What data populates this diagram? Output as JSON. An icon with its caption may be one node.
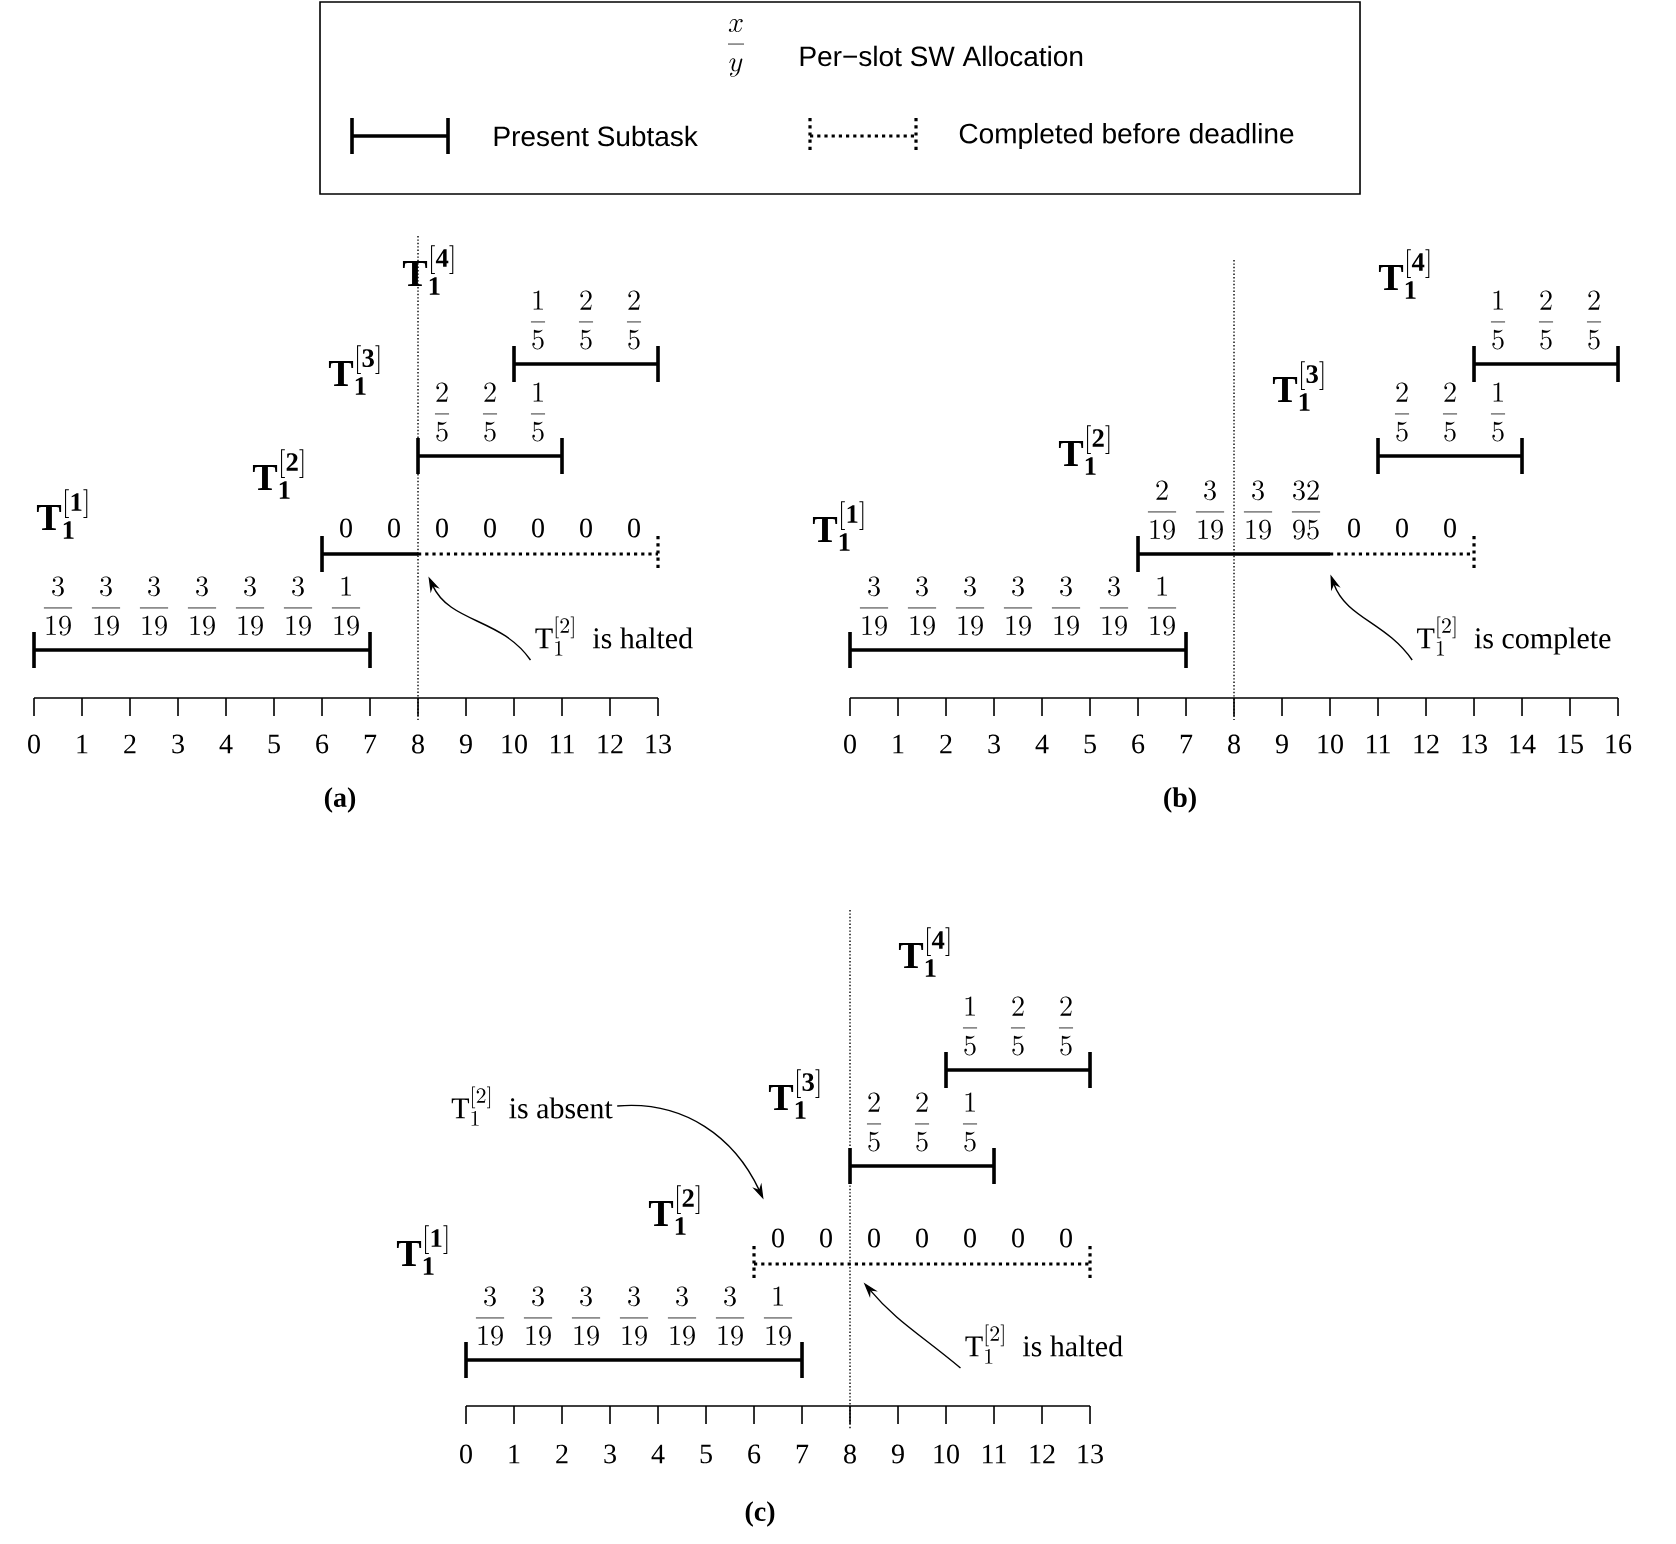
{
  "diagram": {
    "nodes": [
      {
        "text": [
          "\\mathrm{T}_{1}^{[2]}\\ \\mbox{ is halted}"
        ]
      },
      {
        "text": [
          "\\mathrm{T}_{1}^{[2]}\\ \\mbox{ is complete}"
        ]
      },
      {
        "text": [
          "\\mathrm{T}_{1}^{[2]}\\ \\mbox{ is absent}"
        ]
      },
      {
        "text": [
          "\\mathrm{T}_{1}^{[2]}\\ \\mbox{ is halted}"
        ]
      },
      {
        "text": [],
        "shape": "bar"
      },
      {
        "text": [],
        "shape": "bar"
      },
      {
        "text": [],
        "shape": "bar"
      },
      {
        "text": [],
        "shape": "bar"
      },
      {
        "text": [],
        "shape": "bar"
      },
      {
        "text": [],
        "shape": "bar"
      },
      {
        "text": [],
        "shape": "bar"
      },
      {
        "text": [],
        "shape": "bar"
      },
      {
        "text": [],
        "shape": "bar"
      },
      {
        "text": [],
        "shape": "bar"
      },
      {
        "text": [],
        "shape": "bar"
      },
      {
        "text": [],
        "shape": "bar"
      },
      {
        "text": [],
        "shape": "bar"
      },
      {
        "text": [],
        "shape": "bar"
      }
    ],
    "edges": [
      {
        "from": 0,
        "to": 6,
        "arrow": "to"
      },
      {
        "from": 1,
        "to": 11,
        "arrow": "to"
      },
      {
        "from": 2,
        "to": 16,
        "arrow": "to"
      },
      {
        "from": 3,
        "to": 16,
        "arrow": "to"
      }
    ],
    "labels": [
      "\\frac{x}{y}",
      "\\mathbf{T_1^{[4]}}",
      "\\frac{1}{5}",
      "\\frac{2}{5}",
      "\\frac{2}{5}",
      "\\mathbf{T_1^{[3]}}",
      "\\frac{2}{5}",
      "\\frac{2}{5}",
      "\\frac{1}{5}",
      "\\mathbf{T_1^{[2]}}",
      "0",
      "0",
      "0",
      "0",
      "0",
      "0",
      "0",
      "\\mathbf{T_1^{[1]}}",
      "\\frac{3}{19}",
      "\\frac{3}{19}",
      "\\frac{3}{19}",
      "\\frac{3}{19}",
      "\\frac{3}{19}",
      "\\frac{3}{19}",
      "\\frac{1}{19}",
      "0",
      "1",
      "2",
      "3",
      "4",
      "5",
      "6",
      "7",
      "8",
      "9",
      "10",
      "11",
      "12",
      "13",
      "(a)",
      "\\mathbf{T_1^{[4]}}",
      "\\frac{1}{5}",
      "\\frac{2}{5}",
      "\\frac{2}{5}",
      "\\mathbf{T_1^{[3]}}",
      "\\frac{2}{5}",
      "\\frac{2}{5}",
      "\\frac{1}{5}",
      "\\mathbf{T_1^{[2]}}",
      "\\frac{2}{19}",
      "\\frac{3}{19}",
      "\\frac{3}{19}",
      "\\frac{32}{95}",
      "0",
      "0",
      "0",
      "\\mathbf{T_1^{[1]}}",
      "\\frac{3}{19}",
      "\\frac{3}{19}",
      "\\frac{3}{19}",
      "\\frac{3}{19}",
      "\\frac{3}{19}",
      "\\frac{3}{19}",
      "\\frac{1}{19}",
      "0",
      "1",
      "2",
      "3",
      "4",
      "5",
      "6",
      "7",
      "8",
      "9",
      "10",
      "11",
      "12",
      "13",
      "14",
      "15",
      "16",
      "(b)",
      "\\mathbf{T_1^{[4]}}",
      "\\frac{1}{5}",
      "\\frac{2}{5}",
      "\\frac{2}{5}",
      "\\mathbf{T_1^{[3]}}",
      "\\frac{2}{5}",
      "\\frac{2}{5}",
      "\\frac{1}{5}",
      "\\mathbf{T_1^{[2]}}",
      "0",
      "0",
      "0",
      "0",
      "0",
      "0",
      "0",
      "\\mathbf{T_1^{[1]}}",
      "\\frac{3}{19}",
      "\\frac{3}{19}",
      "\\frac{3}{19}",
      "\\frac{3}{19}",
      "\\frac{3}{19}",
      "\\frac{3}{19}",
      "\\frac{1}{19}",
      "0",
      "1",
      "2",
      "3",
      "4",
      "5",
      "6",
      "7",
      "8",
      "9",
      "10",
      "11",
      "12",
      "13",
      "(c)"
    ],
    "legend": [
      {
        "text": "Per−slot SW Allocation"
      },
      {
        "text": "Present Subtask"
      },
      {
        "text": "Completed before deadline"
      }
    ]
  }
}
